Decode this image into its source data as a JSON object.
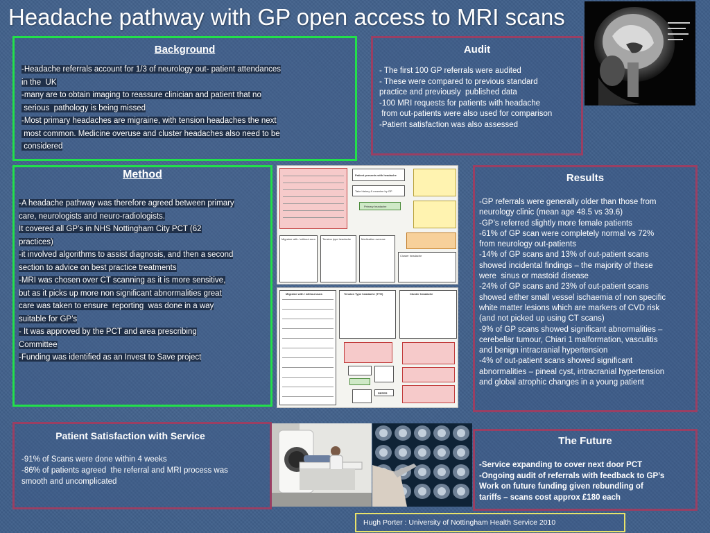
{
  "header": {
    "title": "Headache pathway with GP open access to MRI scans"
  },
  "background": {
    "title": "Background",
    "lines": [
      "-Headache referrals account for 1/3 of neurology out- patient attendances",
      "in the  UK",
      "-many are to obtain imaging to reassure clinician and patient that no",
      " serious  pathology is being missed",
      "-Most primary headaches are migraine, with tension headaches the next",
      " most common. Medicine overuse and cluster headaches also need to be",
      " considered"
    ]
  },
  "audit": {
    "title": "Audit",
    "lines": [
      "- The first 100 GP referrals were audited",
      "- These were compared to previous standard",
      "practice and previously  published data",
      "-100 MRI requests for patients with headache",
      " from out-patients were also used for comparison",
      "-Patient satisfaction was also assessed"
    ]
  },
  "method": {
    "title": "Method",
    "lines": [
      "-A headache pathway was therefore agreed between primary",
      "care, neurologists and neuro-radiologists.",
      "It covered all GP’s in NHS Nottingham City PCT (62",
      "practices)",
      "-it involved algorithms to assist diagnosis, and then a second",
      "section to advice on best practice treatments",
      "-MRI was chosen over CT scanning as it is more sensitive,",
      "but as it picks up more non significant abnormalities great",
      "care was taken to ensure  reporting  was done in a way",
      "suitable for GP’s",
      "- It was approved by the PCT and area prescribing",
      "Committee",
      "-Funding was identified as an Invest to Save project"
    ]
  },
  "results": {
    "title": "Results",
    "lines": [
      "-GP referrals were generally older than those from",
      "neurology clinic (mean age 48.5 vs 39.6)",
      "-GP’s referred slightly more female patients",
      "-61% of GP scan were completely normal vs 72%",
      "from neurology out-patients",
      "-14% of GP scans and 13% of out-patient scans",
      "showed incidental findings – the majority of these",
      "were  sinus or mastoid disease",
      "-24% of GP scans and 23% of out-patient scans",
      "showed either small vessel ischaemia of non specific",
      "white matter lesions which are markers of CVD risk",
      "(and not picked up using CT scans)",
      "-9% of GP scans showed significant abnormalities –",
      "cerebellar tumour, Chiari 1 malformation, vasculitis",
      "and benign intracranial hypertension",
      "-4% of out-patient scans showed significant",
      "abnormalities – pineal cyst, intracranial hypertension",
      "and global atrophic changes in a young patient"
    ]
  },
  "satisfaction": {
    "title": "Patient Satisfaction with Service",
    "lines": [
      "-91% of Scans were done within 4 weeks",
      "-86% of patients agreed  the referral and MRI process was",
      "smooth and uncomplicated"
    ]
  },
  "future": {
    "title": "The Future",
    "lines": [
      "-Service expanding to cover next door PCT",
      "-Ongoing audit of referrals with feedback to GP’s",
      "Work on future funding given rebundling of",
      "tariffs – scans cost approx £180 each"
    ]
  },
  "footer": {
    "credit": "Hugh Porter  : University of Nottingham Health Service 2010"
  },
  "flowchart_top": {
    "start": "Patient presents with headache",
    "sub": "Take history & examine by GP",
    "pathway": "Primary headache",
    "cols": [
      "Migraine with / without aura",
      "Tension type headache",
      "Medication overuse",
      "Cluster headache"
    ]
  },
  "flowchart_bottom": {
    "cols": [
      "Migraine with / without aura",
      "Tension Type headache (TTH)",
      "Cluster headache"
    ],
    "refer": "REFER"
  },
  "colors": {
    "background": "#3f5f8a",
    "border_green": "#22e04a",
    "border_maroon": "#9a3f63",
    "border_yellow": "#e8e26a"
  }
}
